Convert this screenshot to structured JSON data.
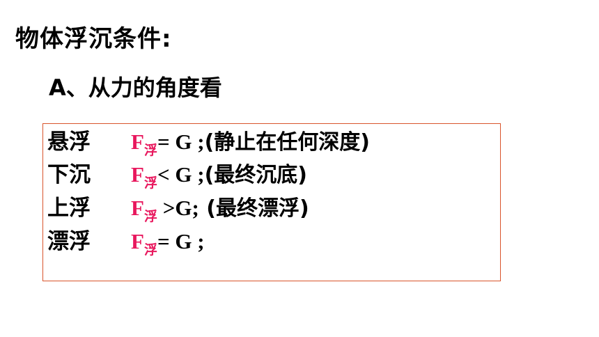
{
  "title": "物体浮沉条件:",
  "subtitle": "A、从力的角度看",
  "symbol": "F",
  "subscript": "浮",
  "colors": {
    "formula_accent": "#e8175d",
    "box_border": "#d9542b"
  },
  "conditions": [
    {
      "state": "悬浮",
      "relation": "= G ;",
      "note": "(静止在任何深度)"
    },
    {
      "state": "下沉",
      "relation": "< G ;",
      "note": "(最终沉底)"
    },
    {
      "state": "上浮",
      "relation": " >G;",
      "note": " (最终漂浮)"
    },
    {
      "state": "漂浮",
      "relation": "= G ;",
      "note": ""
    }
  ]
}
